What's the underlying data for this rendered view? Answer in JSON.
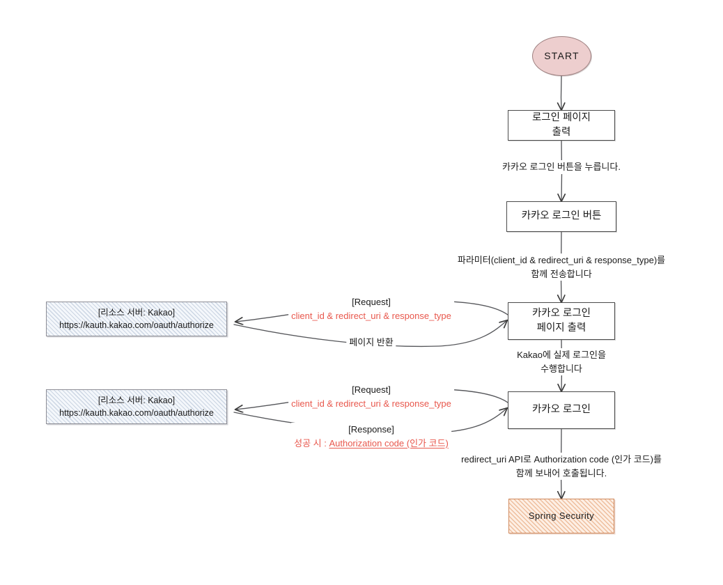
{
  "diagram": {
    "title": "Kakao OAuth2 Login Flow",
    "colors": {
      "start_fill": "#edcece",
      "start_stroke": "#9e8080",
      "resource_fill": "#f4f7fb",
      "resource_hatch": "#96a8c3",
      "spring_fill": "#fdefe4",
      "spring_hatch": "#e29664",
      "accent_red": "#e8574c",
      "stroke": "#4a4a4a",
      "background": "#ffffff"
    },
    "nodes": {
      "start": {
        "label": "START",
        "shape": "ellipse"
      },
      "login_page": {
        "line1": "로그인 페이지",
        "line2": "출력",
        "shape": "rect"
      },
      "kakao_login_button": {
        "line1": "카카오 로그인 버튼",
        "shape": "rect"
      },
      "kakao_login_page": {
        "line1": "카카오 로그인",
        "line2": "페이지 출력",
        "shape": "rect"
      },
      "kakao_login": {
        "line1": "카카오 로그인",
        "shape": "rect"
      },
      "spring_security": {
        "label": "Spring Security",
        "shape": "rect"
      },
      "resource_server_1": {
        "line1": "[리소스 서버: Kakao]",
        "line2": "https://kauth.kakao.com/oauth/authorize",
        "shape": "rect"
      },
      "resource_server_2": {
        "line1": "[리소스 서버: Kakao]",
        "line2": "https://kauth.kakao.com/oauth/authorize",
        "shape": "rect"
      }
    },
    "edge_labels": {
      "press_kakao_button": "카카오 로그인 버튼을 누릅니다.",
      "send_params_line1": "파라미터(client_id & redirect_uri & response_type)를",
      "send_params_line2": "함께 전송합니다",
      "request_1_title": "[Request]",
      "request_1_params": "client_id & redirect_uri & response_type",
      "page_return": "페이지 반환",
      "kakao_real_login_line1": "Kakao에 실제 로그인을",
      "kakao_real_login_line2": "수행합니다",
      "request_2_title": "[Request]",
      "request_2_params": "client_id & redirect_uri & response_type",
      "response_2_title": "[Response]",
      "response_2_prefix": "성공 시 : ",
      "response_2_code": "Authorization code (인가 코드)",
      "redirect_call_line1": "redirect_uri API로 Authorization code (인가 코드)를",
      "redirect_call_line2": "함께 보내어 호출됩니다."
    }
  }
}
